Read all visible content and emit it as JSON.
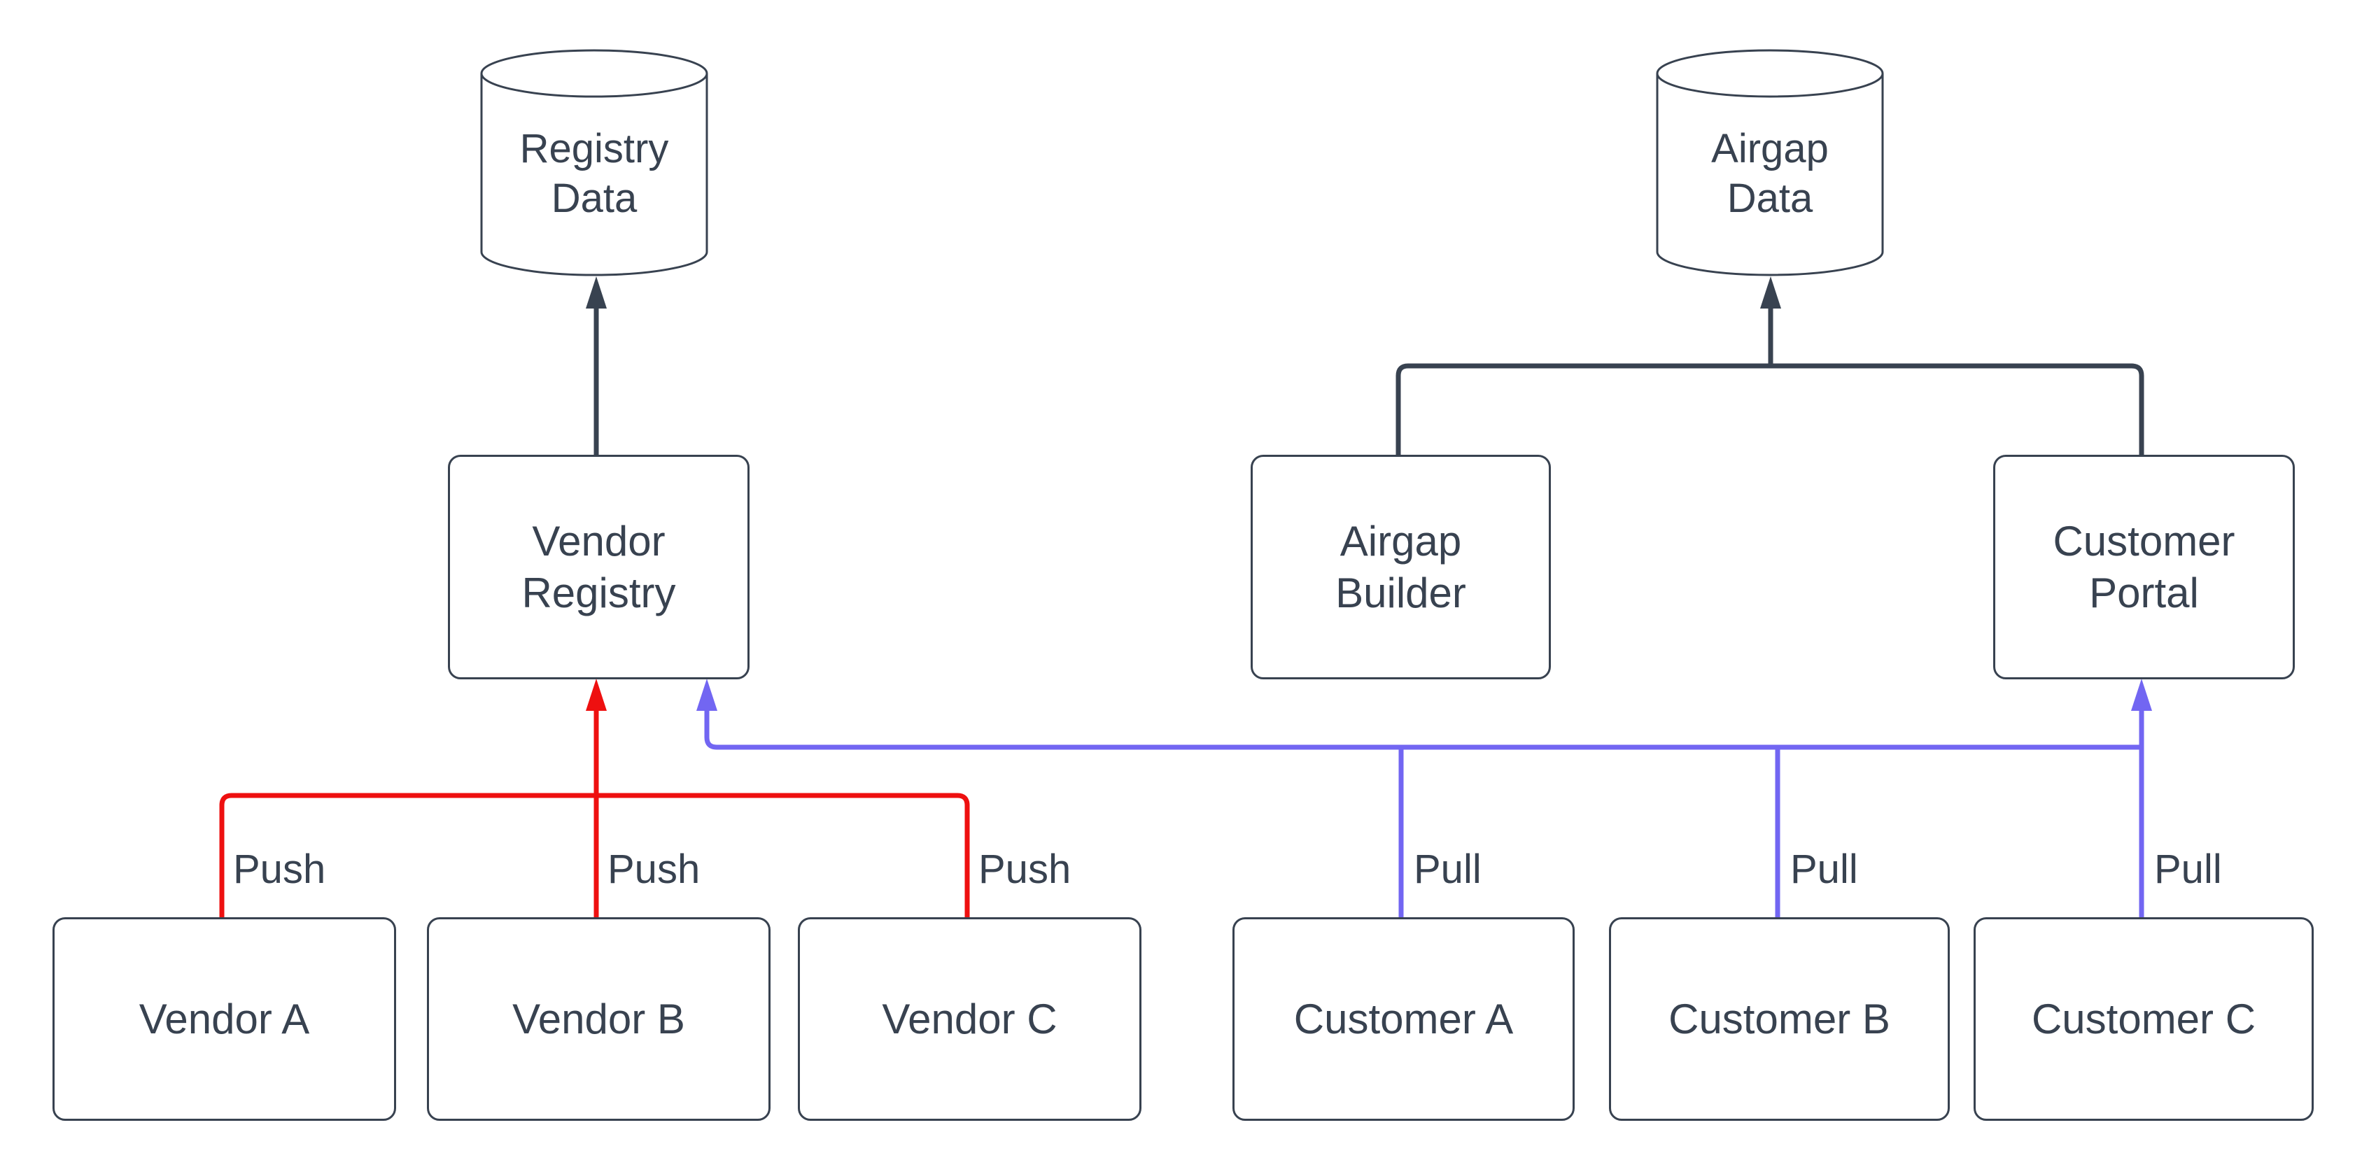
{
  "colors": {
    "ink": "#384250",
    "push": "#ee1010",
    "pull": "#7266f2",
    "canvas": "#ffffff",
    "node_fill": "#ffffff"
  },
  "diagram": {
    "nodes": {
      "registry_data": {
        "type": "cylinder",
        "label": [
          "Registry",
          "Data"
        ]
      },
      "airgap_data": {
        "type": "cylinder",
        "label": [
          "Airgap",
          "Data"
        ]
      },
      "vendor_registry": {
        "type": "box",
        "label": [
          "Vendor",
          "Registry"
        ]
      },
      "airgap_builder": {
        "type": "box",
        "label": [
          "Airgap",
          "Builder"
        ]
      },
      "customer_portal": {
        "type": "box",
        "label": [
          "Customer",
          "Portal"
        ]
      },
      "vendor_a": {
        "type": "box",
        "label": [
          "Vendor A"
        ]
      },
      "vendor_b": {
        "type": "box",
        "label": [
          "Vendor B"
        ]
      },
      "vendor_c": {
        "type": "box",
        "label": [
          "Vendor C"
        ]
      },
      "customer_a": {
        "type": "box",
        "label": [
          "Customer A"
        ]
      },
      "customer_b": {
        "type": "box",
        "label": [
          "Customer B"
        ]
      },
      "customer_c": {
        "type": "box",
        "label": [
          "Customer C"
        ]
      }
    },
    "edges": {
      "push": {
        "label": "Push",
        "from": [
          "vendor_a",
          "vendor_b",
          "vendor_c"
        ],
        "to": "vendor_registry"
      },
      "pull": {
        "label": "Pull",
        "from": [
          "customer_a",
          "customer_b",
          "customer_c"
        ],
        "to": [
          "vendor_registry",
          "customer_portal"
        ]
      },
      "store": {
        "links": [
          {
            "from": "vendor_registry",
            "to": "registry_data"
          },
          {
            "from": "airgap_builder",
            "to": "airgap_data"
          },
          {
            "from": "customer_portal",
            "to": "airgap_data"
          }
        ]
      }
    }
  }
}
